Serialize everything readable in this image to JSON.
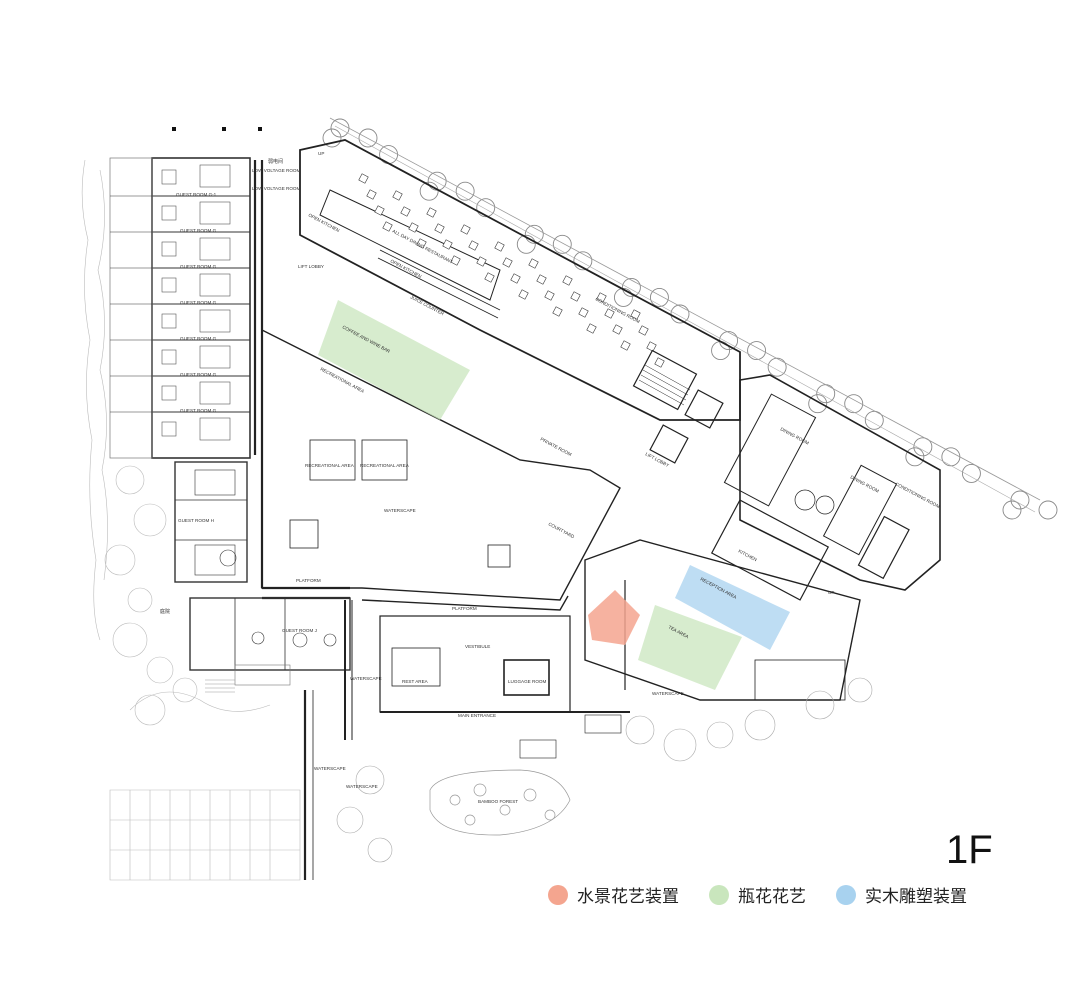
{
  "floor": "1F",
  "legend": [
    {
      "label": "水景花艺装置",
      "color": "#f4a58f"
    },
    {
      "label": "瓶花花艺",
      "color": "#c9e6bd"
    },
    {
      "label": "实木雕塑装置",
      "color": "#a8d2ef"
    }
  ],
  "plan_labels": {
    "low_voltage_cn": "弱电间",
    "low_voltage": "LOW VOLTAGE ROOM",
    "low_voltage_2": "LOW VOLTAGE ROOM",
    "guest_room_g1": "GUEST ROOM G-1",
    "guest_room_g": "GUEST ROOM G",
    "guest_room_h": "GUEST ROOM H",
    "guest_room_j": "GUEST ROOM J",
    "open_kitchen": "OPEN KITCHEN",
    "all_day_dining": "ALL DAY DINING RESTAURANT",
    "open_kitchen_2": "OPEN KITCHEN",
    "juice_counter": "JUICE COUNTER",
    "conditioning_room": "CONDITIONING ROOM",
    "conditioning_room_2": "CONDITIONING ROOM",
    "coffee_wine_bar": "COFFEE AND WINE BAR",
    "recreational_area": "RECREATIONAL AREA",
    "private_room": "PRIVATE ROOM",
    "lift_lobby": "LIFT LOBBY",
    "lift_lobby_2": "LIFT LOBBY",
    "dining_room": "DINING ROOM",
    "recreational_area_1": "RECREATIONAL AREA",
    "recreational_area_2": "RECREATIONAL AREA",
    "waterscape_center": "WATERSCAPE",
    "courtyard": "COURTYARD",
    "kitchen": "KITCHEN",
    "reception_area": "RECEPTION AREA",
    "tea_area": "TEA AREA",
    "platform_left": "PLATFORM",
    "platform_center": "PLATFORM",
    "vestibule": "VESTIBULE",
    "rest_area": "REST AREA",
    "luggage_room": "LUGGAGE ROOM",
    "waterscape_right": "WATERSCAPE",
    "waterscape_left": "WATERSCAPE",
    "main_entrance": "MAIN ENTRANCE",
    "waterscape_low1": "WATERSCAPE",
    "waterscape_low2": "WATERSCAPE",
    "bamboo_forest": "BAMBOO FOREST",
    "garden": "庭院",
    "up1": "UP",
    "up2": "UP"
  }
}
